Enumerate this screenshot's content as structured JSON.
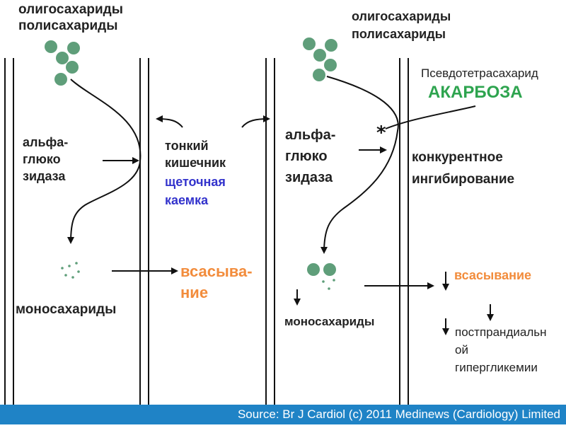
{
  "left_panel": {
    "oligo_label": "олигосахариды",
    "poly_label": "полисахариды",
    "enzyme_line1": "альфа-",
    "enzyme_line2": "глюко",
    "enzyme_line3": "зидаза",
    "mono_label": "моносахариды",
    "absorption_line1": "всасыва-",
    "absorption_line2": "ние"
  },
  "center": {
    "line1": "тонкий",
    "line2": "кишечник",
    "line3": "щеточная",
    "line4": "каемка"
  },
  "right_panel": {
    "oligo_label": "олигосахариды",
    "poly_label": "полисахариды",
    "pseudo_label": "Псевдотетрасахарид",
    "drug_label": "АКАРБОЗА",
    "enzyme_line1": "альфа-",
    "enzyme_line2": "глюко",
    "enzyme_line3": "зидаза",
    "inhibition_line1": "конкурентное",
    "inhibition_line2": "ингибирование",
    "mono_label": "моносахариды",
    "absorption_label": "всасывание",
    "post_line1": "постпрандиальн",
    "post_line2": "ой",
    "post_line3": "гипергликемии"
  },
  "colors": {
    "sugar_ball": "#5f9e7a",
    "absorption": "#f28c3c",
    "drug": "#2ea44f",
    "brush_border": "#3333cc",
    "footer": "#1f83c6"
  },
  "footer": {
    "source": "Source: Br J Cardiol (c) 2011 Medinews (Cardiology) Limited"
  }
}
